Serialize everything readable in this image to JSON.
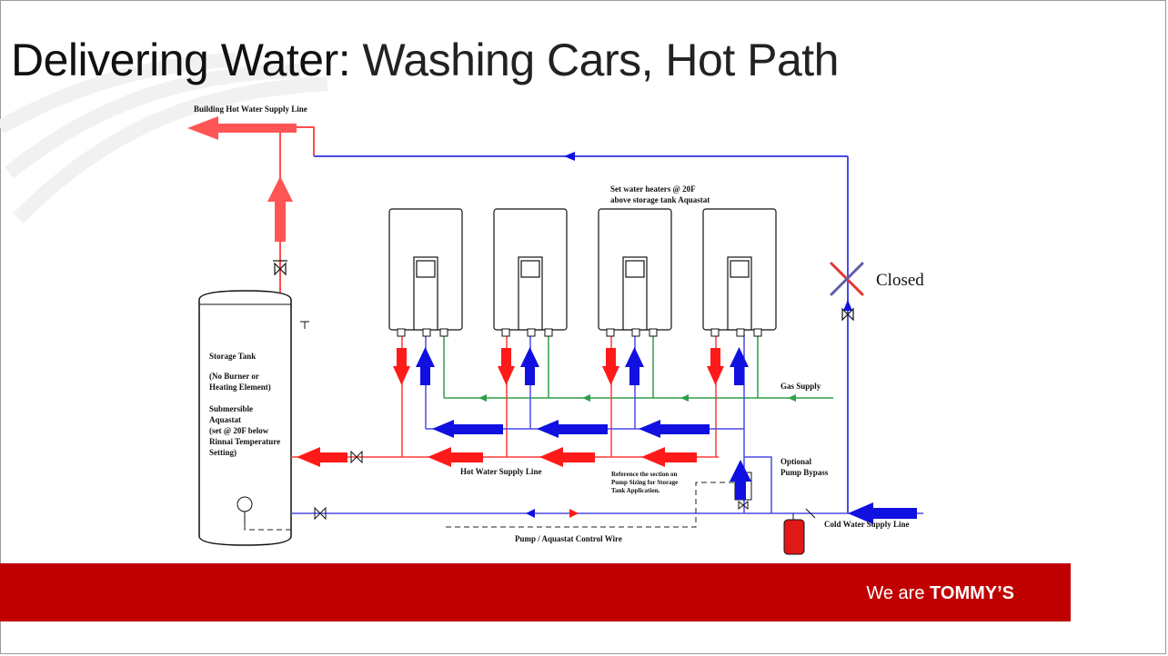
{
  "slide": {
    "title_main": "Delivering Water:",
    "title_sub": " Washing Cars, Hot Path"
  },
  "labels": {
    "building_hot": "Building Hot Water  Supply Line",
    "set_heaters_1": "Set water heaters @ 20F",
    "set_heaters_2": "above storage tank Aquastat",
    "closed": "Closed",
    "gas_supply": "Gas Supply",
    "storage_tank": "Storage Tank",
    "no_burner_1": "(No Burner or",
    "no_burner_2": "Heating Element)",
    "aquastat_1": "Submersible",
    "aquastat_2": "Aquastat",
    "aquastat_3": "(set @ 20F below",
    "aquastat_4": "Rinnai Temperature",
    "aquastat_5": "Setting)",
    "hot_supply": "Hot Water Supply Line",
    "reference_1": "Reference the section on",
    "reference_2": "Pump Sizing for Storage",
    "reference_3": "Tank Application.",
    "optional_1": "Optional",
    "optional_2": "Pump Bypass",
    "cold_supply": "Cold Water Supply Line",
    "pump_wire": "Pump / Aquastat Control Wire"
  },
  "footer": {
    "prefix": "We are ",
    "brand": "TOMMY’S"
  },
  "colors": {
    "hot": "#ff1a1a",
    "cold": "#1010e0",
    "gas": "#2e9e4a",
    "pipe_blue": "#4a4ae8",
    "footer": "#c00000"
  }
}
